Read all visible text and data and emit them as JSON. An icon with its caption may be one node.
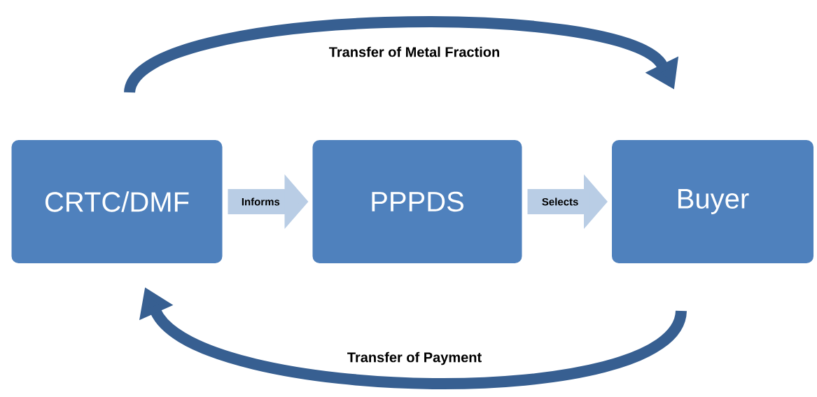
{
  "diagram": {
    "nodes": [
      {
        "text": [
          "CRTC/DMF"
        ]
      },
      {
        "text": [
          "PPPDS"
        ]
      },
      {
        "text": [
          "Buyer"
        ]
      }
    ],
    "edges": [
      {
        "from": 0,
        "to": 1,
        "arrow": "to",
        "label": "Informs",
        "style": "thick",
        "color": "#b9cde5"
      },
      {
        "from": 1,
        "to": 2,
        "arrow": "to",
        "label": "Selects",
        "style": "thick",
        "color": "#b9cde5"
      },
      {
        "from": 0,
        "to": 2,
        "arrow": "to",
        "label": "Transfer of Metal Fraction",
        "color": "#375f91"
      },
      {
        "from": 2,
        "to": 0,
        "arrow": "to",
        "label": "Transfer of Payment",
        "color": "#375f91"
      }
    ]
  }
}
